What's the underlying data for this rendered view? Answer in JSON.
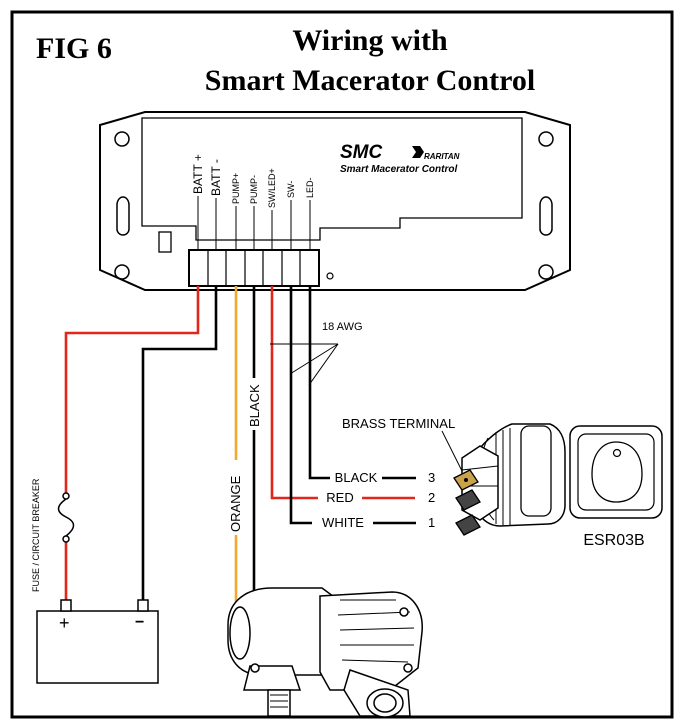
{
  "figure_label": "FIG 6",
  "title_line1": "Wiring with",
  "title_line2": "Smart Macerator Control",
  "controller": {
    "brand_short": "SMC",
    "brand_full": "Smart Macerator Control",
    "maker": "RARITAN",
    "terminals": [
      "BATT +",
      "BATT -",
      "PUMP+",
      "PUMP-",
      "SW/LED+",
      "SW-",
      "LED-"
    ]
  },
  "wire_gauge": "18 AWG",
  "wire_labels": {
    "orange": "ORANGE",
    "black": "BLACK",
    "fuse": "FUSE / CIRCUIT BREAKER"
  },
  "switch": {
    "terminal_note": "BRASS TERMINAL",
    "model": "ESR03B",
    "leads": [
      {
        "color_name": "BLACK",
        "pin": "3"
      },
      {
        "color_name": "RED",
        "pin": "2"
      },
      {
        "color_name": "WHITE",
        "pin": "1"
      }
    ]
  },
  "battery": {
    "plus": "+",
    "minus": "−"
  },
  "colors": {
    "red_wire": "#e1261c",
    "orange_wire": "#f0a830",
    "black_wire": "#000000",
    "brass": "#c9a24a"
  }
}
